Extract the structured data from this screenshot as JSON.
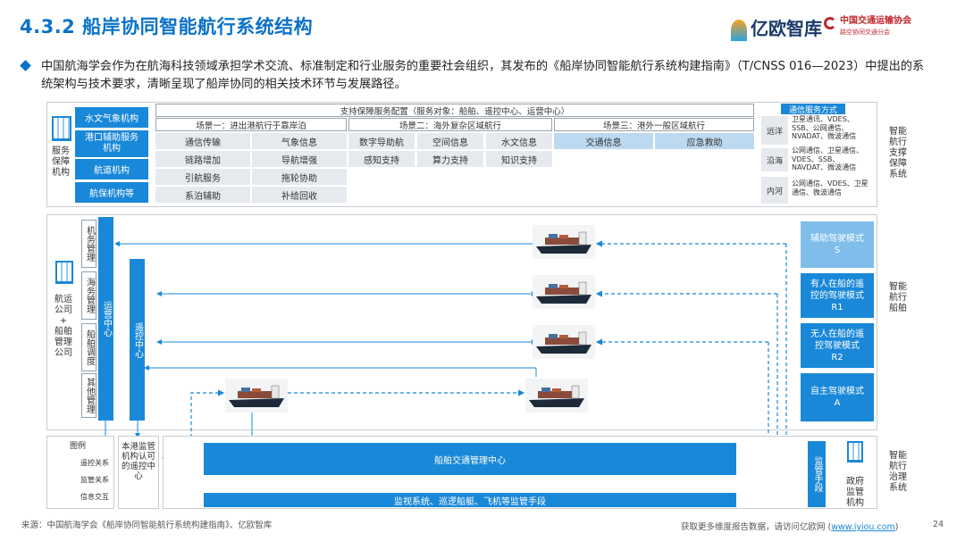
{
  "header": {
    "title": "4.3.2 船岸协同智能航行系统结构",
    "logo_iresearch": "亿欧智库",
    "logo_assoc_name": "中国交通运输协会",
    "logo_assoc_sub": "路空协同交通分会"
  },
  "intro": "中国航海学会作为在航海科技领域承担学术交流、标准制定和行业服务的重要社会组织，其发布的《船岸协同智能航行系统构建指南》（T/CNSS 016—2023）中提出的系统架构与技术要求，清晰呈现了船岸协同的相关技术环节与发展路径。",
  "service_org": {
    "side_label": "服务\n保障\n机构",
    "items": [
      "水文气象机构",
      "港口辅助服务机构",
      "航道机构",
      "航保机构等"
    ]
  },
  "support": {
    "header": "支持保障服务配置（服务对象：船舶、遥控中心、运营中心）",
    "scenes": [
      "场景一：进出港航行于靠岸泊",
      "场景二：海外复杂区域航行",
      "场景三：港外一般区域航行"
    ],
    "scene1": [
      "通信传输",
      "气象信息",
      "链路增加",
      "导航增强",
      "引航服务",
      "拖轮协助",
      "系泊辅助",
      "补给回收"
    ],
    "scene2": [
      "数字导助航",
      "空间信息",
      "水文信息",
      "感知支持",
      "算力支持",
      "知识支持"
    ],
    "scene3": [
      "交通信息",
      "应急救助"
    ]
  },
  "comm": {
    "header": "通信服务方式",
    "rows": [
      {
        "area": "远洋",
        "text": "卫星通讯、VDES、SSB、公网通信、NVADAT、微波通信"
      },
      {
        "area": "沿海",
        "text": "公网通信、卫星通信、VDES、SSB、NAVDAT、微波通信"
      },
      {
        "area": "内河",
        "text": "公网通信、VDES、卫星通信、微波通信"
      }
    ]
  },
  "right_labels": {
    "support_system": "智能\n航行\n支撑\n保障\n系统",
    "ship": "智能\n航行\n船舶",
    "gov_system": "智能\n航行\n治理\n系统"
  },
  "shipping": {
    "side_label": "航运\n公司\n+\n船舶\n管理\n公司",
    "mgmt": [
      "机务管理",
      "海务管理",
      "船舶调度",
      "其他管理"
    ],
    "ops_center": "运营中心",
    "remote_center": "遥控中心"
  },
  "modes": [
    "辅助驾驶模式S",
    "有人在船的遥控的驾驶模式R1",
    "无人在船的遥控驾驶模式R2",
    "自主驾驶模式A"
  ],
  "legend": {
    "title": "图例",
    "items": [
      "遥控关系",
      "监管关系",
      "信息交互"
    ]
  },
  "port_remote": "本港监管机构认可的遥控中心",
  "vts": "船舶交通管理中心",
  "monitoring": "监视系统、巡逻船艇、飞机等监管手段",
  "supervision_means": "监管手段",
  "gov_org": "政府\n监管\n机构",
  "footer": {
    "source": "来源：中国航海学会《船岸协同智能航行系统构建指南》、亿欧智库",
    "more_pre": "获取更多维度报告数据，请访问亿欧网 (",
    "more_link": "www.iyiou.com",
    "more_post": ")",
    "page": "24"
  }
}
